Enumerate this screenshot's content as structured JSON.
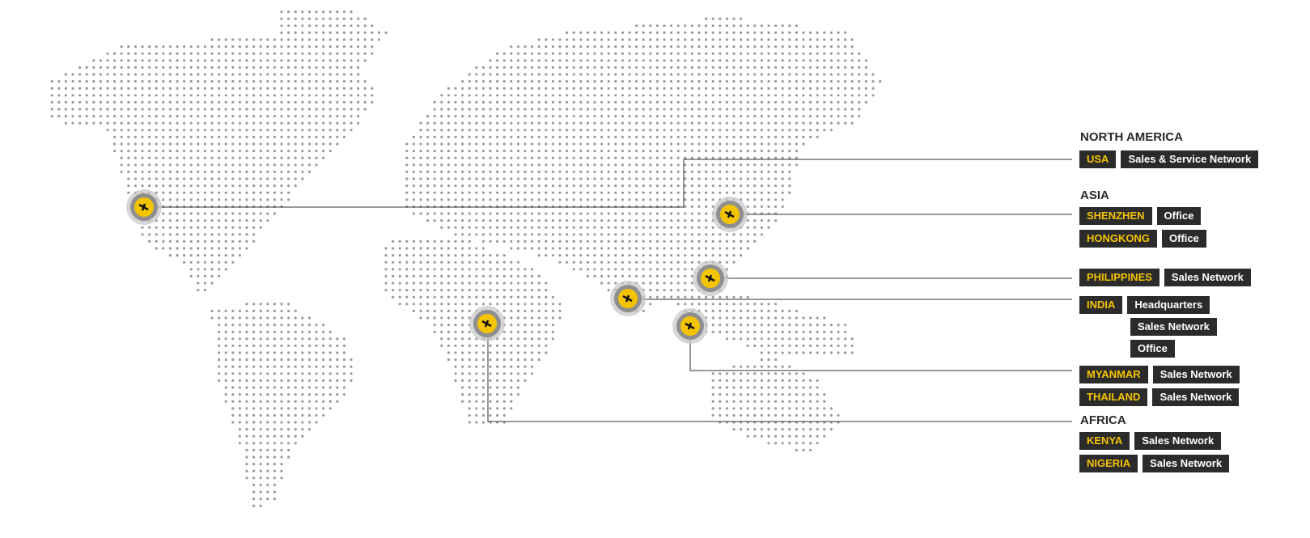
{
  "colors": {
    "accent": "#f5c400",
    "tag_bg": "#2b2b2b",
    "dots": "#9a9a9a",
    "line": "#333333"
  },
  "regions": [
    {
      "name": "NORTH AMERICA",
      "entries": [
        {
          "country": "USA",
          "roles": [
            "Sales & Service Network"
          ]
        }
      ]
    },
    {
      "name": "ASIA",
      "entries": [
        {
          "country": "SHENZHEN",
          "roles": [
            "Office"
          ]
        },
        {
          "country": "HONGKONG",
          "roles": [
            "Office"
          ]
        },
        {
          "country": "PHILIPPINES",
          "roles": [
            "Sales Network"
          ]
        },
        {
          "country": "INDIA",
          "roles": [
            "Headquarters",
            "Sales Network",
            "Office"
          ]
        },
        {
          "country": "MYANMAR",
          "roles": [
            "Sales Network"
          ]
        },
        {
          "country": "THAILAND",
          "roles": [
            "Sales Network"
          ]
        }
      ]
    },
    {
      "name": "AFRICA",
      "entries": [
        {
          "country": "KENYA",
          "roles": [
            "Sales Network"
          ]
        },
        {
          "country": "NIGERIA",
          "roles": [
            "Sales Network"
          ]
        }
      ]
    }
  ],
  "markers": [
    "usa-marker",
    "china-marker",
    "philippines-marker",
    "india-marker",
    "southeast-asia-marker",
    "africa-marker"
  ]
}
